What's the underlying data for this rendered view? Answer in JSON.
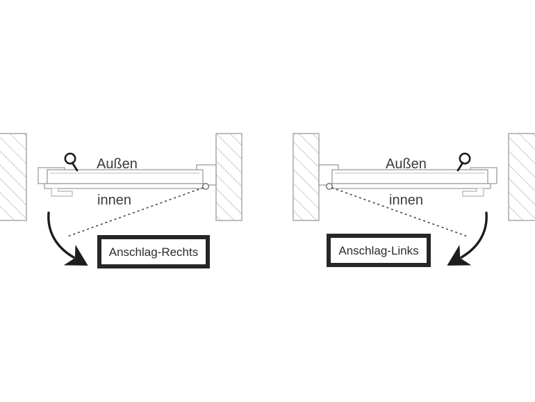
{
  "diagram": {
    "title": "Anschlagrichtung Tuer / Fenster Schema",
    "background_color": "#ffffff",
    "line_color": "#8c8c8c",
    "dark_color": "#262626",
    "text_color": "#3a3a3a",
    "hatch_color": "#a8a8a8",
    "panels": [
      {
        "id": "right-hand",
        "outside_label": "Außen",
        "inside_label": "innen",
        "callout_label": "Anschlag-Rechts",
        "handle_side": "left",
        "hinge_side": "right",
        "swing_direction": "down-right"
      },
      {
        "id": "left-hand",
        "outside_label": "Außen",
        "inside_label": "innen",
        "callout_label": "Anschlag-Links",
        "handle_side": "right",
        "hinge_side": "left",
        "swing_direction": "down-left"
      }
    ]
  }
}
